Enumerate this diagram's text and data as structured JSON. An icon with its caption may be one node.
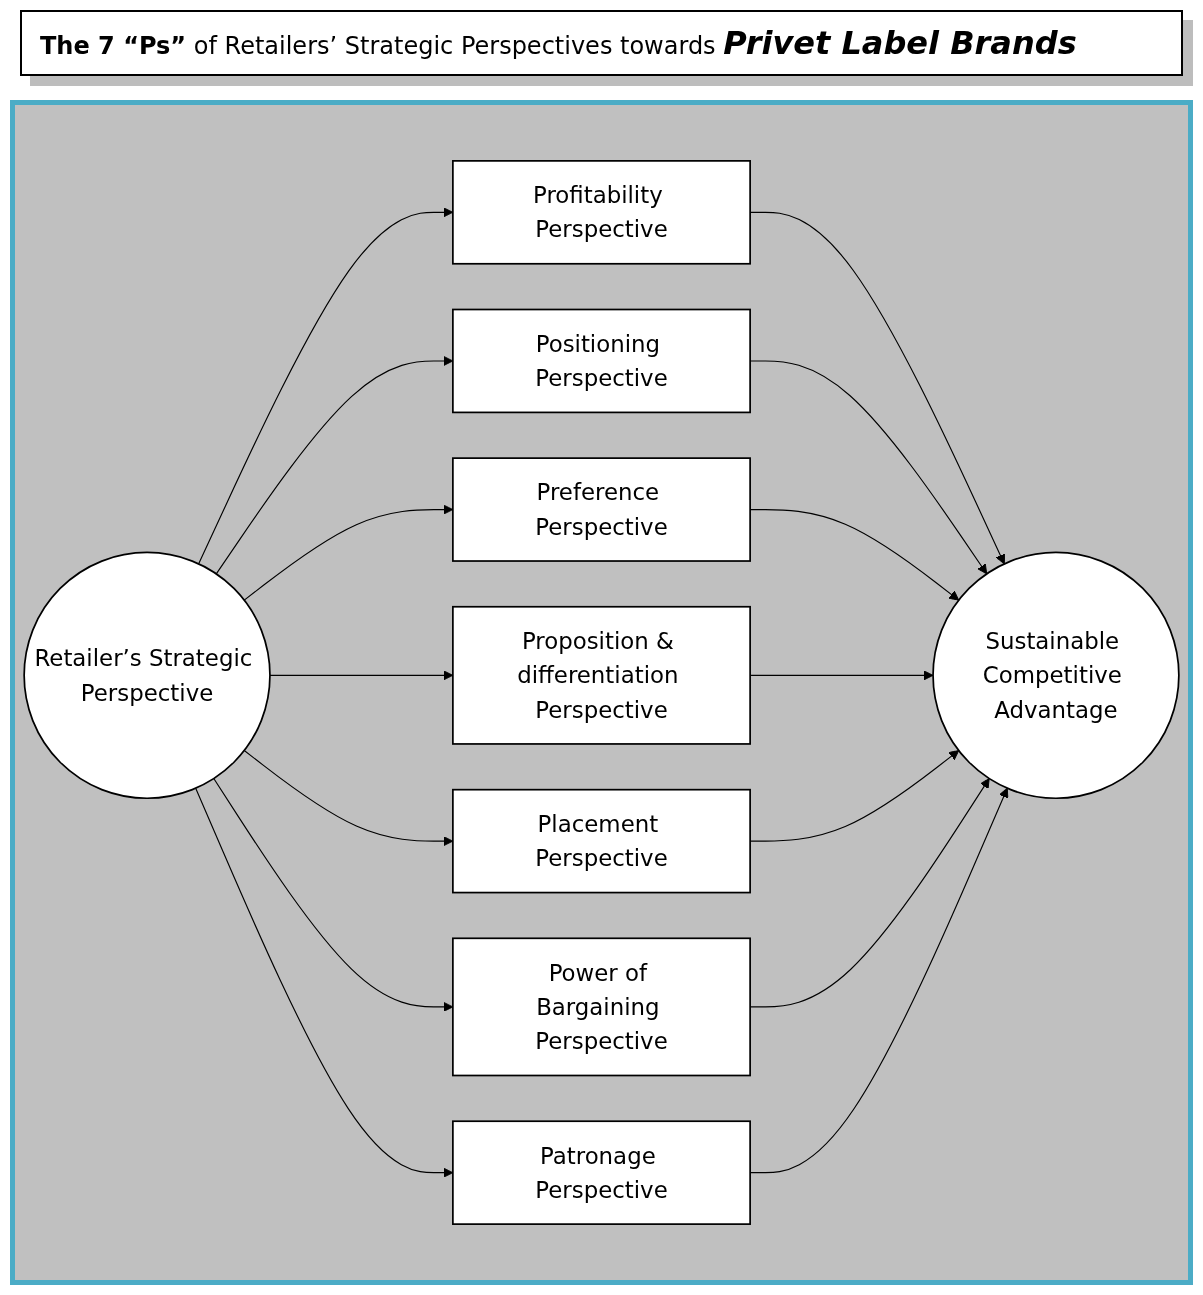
{
  "diagram": {
    "title": "**The 7 “Ps”** of Retailers’ Strategic Perspectives towards *Privet Label Brands*",
    "nodes": [
      {
        "text": [
          "Retailer’s Strategic Perspective"
        ]
      },
      {
        "text": [
          "Profitability Perspective"
        ]
      },
      {
        "text": [
          "Positioning Perspective"
        ]
      },
      {
        "text": [
          "Preference Perspective"
        ]
      },
      {
        "text": [
          "Proposition & differentiation Perspective"
        ]
      },
      {
        "text": [
          "Placement Perspective"
        ]
      },
      {
        "text": [
          "Power of Bargaining Perspective"
        ]
      },
      {
        "text": [
          "Patronage Perspective"
        ]
      },
      {
        "text": [
          "Sustainable Competitive Advantage"
        ]
      }
    ],
    "edges": [
      {
        "from": 0,
        "to": 1,
        "arrow": "to"
      },
      {
        "from": 0,
        "to": 2,
        "arrow": "to"
      },
      {
        "from": 0,
        "to": 3,
        "arrow": "to"
      },
      {
        "from": 0,
        "to": 4,
        "arrow": "to"
      },
      {
        "from": 0,
        "to": 5,
        "arrow": "to"
      },
      {
        "from": 0,
        "to": 6,
        "arrow": "to"
      },
      {
        "from": 0,
        "to": 7,
        "arrow": "to"
      },
      {
        "from": 1,
        "to": 8,
        "arrow": "to"
      },
      {
        "from": 2,
        "to": 8,
        "arrow": "to"
      },
      {
        "from": 3,
        "to": 8,
        "arrow": "to"
      },
      {
        "from": 4,
        "to": 8,
        "arrow": "to"
      },
      {
        "from": 5,
        "to": 8,
        "arrow": "to"
      },
      {
        "from": 6,
        "to": 8,
        "arrow": "to"
      },
      {
        "from": 7,
        "to": 8,
        "arrow": "to"
      }
    ]
  }
}
